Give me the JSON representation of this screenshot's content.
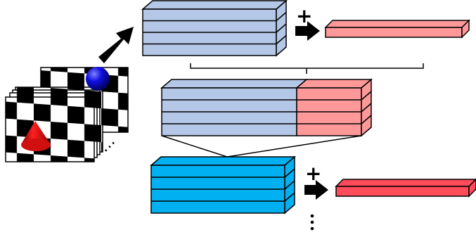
{
  "symbols": {
    "plus": "+",
    "ellipsis_h": "…",
    "ellipsis_v": "⋮"
  },
  "scene": {
    "objects": [
      {
        "name": "blue-sphere",
        "color": "#1010e0"
      },
      {
        "name": "red-cone",
        "color": "#e01010"
      }
    ]
  },
  "blocks": {
    "top_stack": {
      "layers": 4,
      "color": "#b4c7e7"
    },
    "top_vector": {
      "color": "#ff9999"
    },
    "combined_stack": {
      "layers": 4,
      "left_color": "#b4c7e7",
      "right_color": "#ff9999"
    },
    "bottom_stack": {
      "layers": 4,
      "color": "#00b0f0"
    },
    "bottom_vector": {
      "color": "#ff4b5a"
    }
  },
  "colors": {
    "outline": "#000000",
    "checker_dark": "#000000",
    "checker_light": "#ffffff"
  }
}
